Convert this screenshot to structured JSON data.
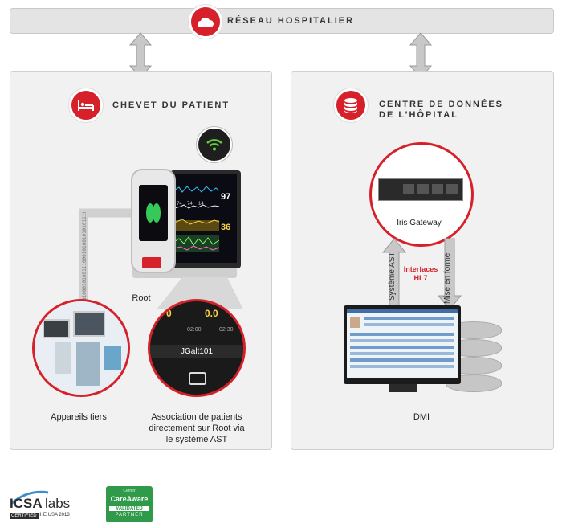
{
  "network": {
    "title": "RÉSEAU HOSPITALIER",
    "icon": "cloud-icon"
  },
  "bedside": {
    "title_line1": "CHEVET DU PATIENT",
    "icon": "bed-icon"
  },
  "datacenter": {
    "title_line1": "CENTRE DE DONNÉES",
    "title_line2": "DE L’HÔPITAL",
    "icon": "database-icon"
  },
  "device": {
    "name": "Root",
    "screen_values": {
      "v1": "97",
      "v2": "36",
      "small1": "74",
      "small2": "74",
      "small3": "14"
    },
    "binary_text": "0100010100111000101001010101110100"
  },
  "zoom": {
    "value1": "0",
    "value2": "0.0",
    "time1": "02:00",
    "time2": "02:30",
    "patient_id": "JGalt101"
  },
  "third_party": {
    "caption": "Appareils tiers"
  },
  "association": {
    "caption_line1": "Association de patients",
    "caption_line2": "directement sur Root via",
    "caption_line3": "le système AST"
  },
  "gateway": {
    "name": "Iris Gateway"
  },
  "arrows": {
    "up_label": "Système AST",
    "down_label": "Mise en forme",
    "interfaces_line1": "Interfaces",
    "interfaces_line2": "HL7"
  },
  "dmi": {
    "caption": "DMI"
  },
  "logos": {
    "icsa_text": "ICSA",
    "labs_text": "labs",
    "certified": "CERTIFIED",
    "ihe": "IHE USA 2013",
    "careaware": "CareAware",
    "validated": "VALIDATED",
    "partner": "PARTNER",
    "cerner": "Cerner"
  },
  "colors": {
    "accent": "#d6202a",
    "panel": "#f1f1f1",
    "arrow": "#c8c8c8",
    "green": "#2f9a4a"
  }
}
